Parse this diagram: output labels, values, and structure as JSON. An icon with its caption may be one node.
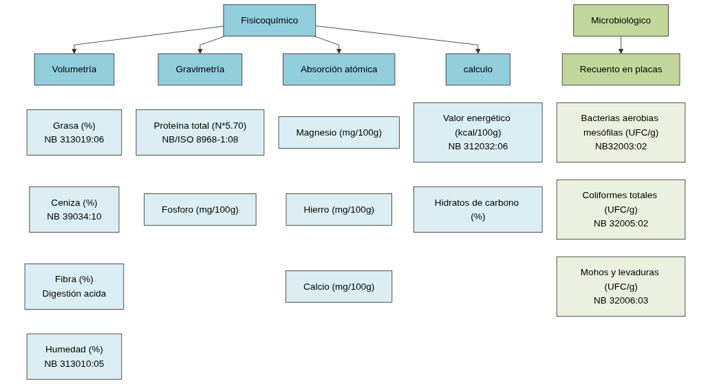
{
  "diagram": {
    "nodes": [
      {
        "text": [
          "Fisicoquímico"
        ]
      },
      {
        "text": [
          "Microbiológico"
        ]
      },
      {
        "text": [
          "Volumetría"
        ]
      },
      {
        "text": [
          "Gravimetría"
        ]
      },
      {
        "text": [
          "Absorción atómica"
        ]
      },
      {
        "text": [
          "calculo"
        ]
      },
      {
        "text": [
          "Recuento en placas"
        ]
      },
      {
        "text": [
          "Grasa (%)",
          "NB 313019:06"
        ]
      },
      {
        "text": [
          "Proteína total (N*5.70)",
          "NB/ISO 8968-1:08"
        ]
      },
      {
        "text": [
          "Magnesio (mg/100g)"
        ]
      },
      {
        "text": [
          "Valor energético (kcal/100g)",
          "NB 312032:06"
        ]
      },
      {
        "text": [
          "Bacterias aerobias mesófilas (UFC/g)",
          "NB32003:02"
        ]
      },
      {
        "text": [
          "Ceniza (%)",
          "NB 39034:10"
        ]
      },
      {
        "text": [
          "Fosforo (mg/100g)"
        ]
      },
      {
        "text": [
          "Hierro (mg/100g)"
        ]
      },
      {
        "text": [
          "Hidratos de carbono (%)"
        ]
      },
      {
        "text": [
          "Coliformes totales (UFC/g)",
          "NB 32005:02"
        ]
      },
      {
        "text": [
          "Fibra (%)",
          "Digestión acida"
        ]
      },
      {
        "text": [
          "Calcio (mg/100g)"
        ]
      },
      {
        "text": [
          "Mohos y levaduras (UFC/g)",
          "NB 32006:03"
        ]
      },
      {
        "text": [
          "Humedad (%)",
          "NB 313010:05"
        ]
      }
    ],
    "edges": [
      {
        "from": 0,
        "to": 2,
        "arrow": "to"
      },
      {
        "from": 0,
        "to": 3,
        "arrow": "to"
      },
      {
        "from": 0,
        "to": 4,
        "arrow": "to"
      },
      {
        "from": 0,
        "to": 5,
        "arrow": "to"
      },
      {
        "from": 1,
        "to": 6,
        "arrow": "to"
      }
    ]
  }
}
